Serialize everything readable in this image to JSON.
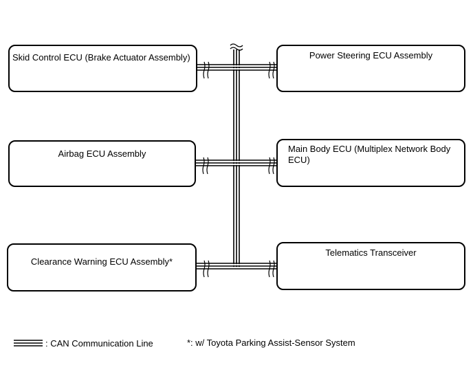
{
  "ecus": {
    "skid": "Skid Control ECU (Brake Actuator Assembly)",
    "airbag": "Airbag ECU Assembly",
    "clearance": "Clearance Warning ECU Assembly*",
    "power_steering": "Power Steering ECU Assembly",
    "main_body": "Main Body ECU (Multiplex Network Body ECU)",
    "telematics": "Telematics Transceiver"
  },
  "legend": {
    "can_line": ": CAN Communication Line",
    "footnote": "*: w/ Toyota Parking Assist-Sensor System"
  }
}
